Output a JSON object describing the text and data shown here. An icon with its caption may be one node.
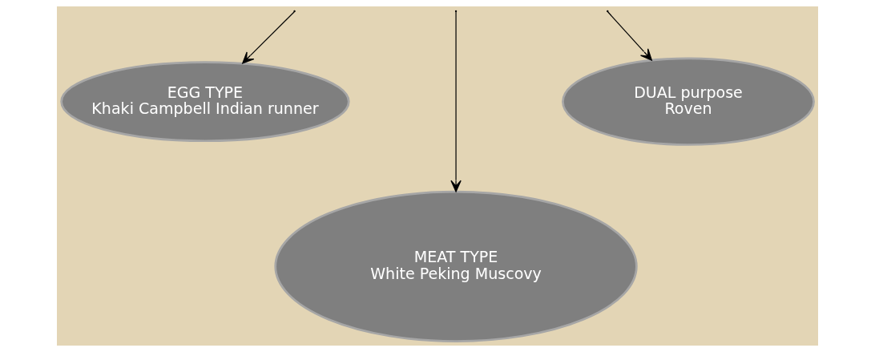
{
  "diagram": {
    "nodes": [
      {
        "text": [
          "EGG TYPE",
          "Khaki Campbell Indian runner"
        ]
      },
      {
        "text": [
          "DUAL purpose",
          "Roven"
        ]
      },
      {
        "text": [
          "MEAT TYPE",
          "White Peking Muscovy"
        ]
      }
    ],
    "edges": [
      {
        "from": null,
        "to": 0,
        "arrow": "to"
      },
      {
        "from": null,
        "to": 2,
        "arrow": "to"
      },
      {
        "from": null,
        "to": 1,
        "arrow": "to"
      }
    ]
  }
}
